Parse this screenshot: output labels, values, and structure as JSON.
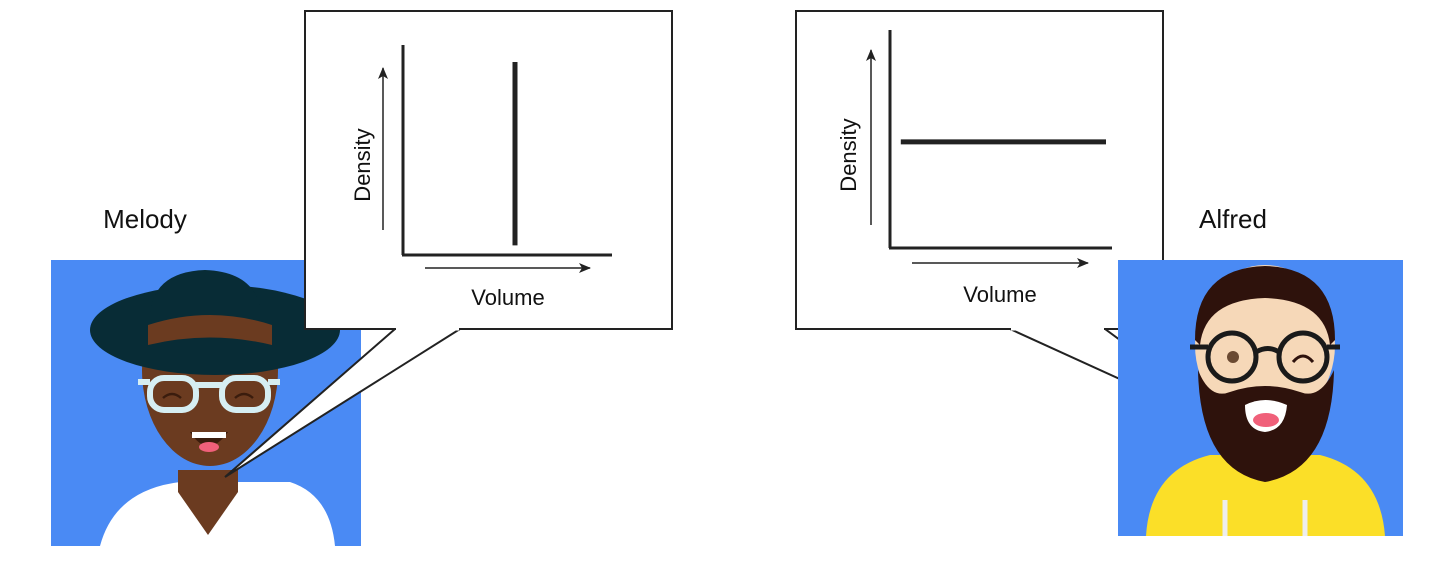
{
  "characters": {
    "left": {
      "name": "Melody"
    },
    "right": {
      "name": "Alfred"
    }
  },
  "colors": {
    "avatar_bg": "#4a8af4",
    "melody_hat": "#082c36",
    "melody_skin": "#6b3b20",
    "melody_glasses": "#d6eef2",
    "alfred_beard": "#2e120c",
    "alfred_skin": "#f6d8b8",
    "alfred_hoodie": "#fbdf28"
  },
  "chart_data": [
    {
      "type": "line",
      "owner": "Melody",
      "xlabel": "Volume",
      "ylabel": "Density",
      "shape": "vertical line (constant volume, any density)",
      "series": [
        {
          "name": "Melody",
          "x": [
            0.5,
            0.5
          ],
          "y": [
            0.05,
            1.0
          ]
        }
      ],
      "xlim": [
        0,
        1
      ],
      "ylim": [
        0,
        1
      ],
      "grid": false
    },
    {
      "type": "line",
      "owner": "Alfred",
      "xlabel": "Volume",
      "ylabel": "Density",
      "shape": "horizontal line (constant density, any volume)",
      "series": [
        {
          "name": "Alfred",
          "x": [
            0.05,
            1.0
          ],
          "y": [
            0.55,
            0.55
          ]
        }
      ],
      "xlim": [
        0,
        1
      ],
      "ylim": [
        0,
        1
      ],
      "grid": false
    }
  ]
}
